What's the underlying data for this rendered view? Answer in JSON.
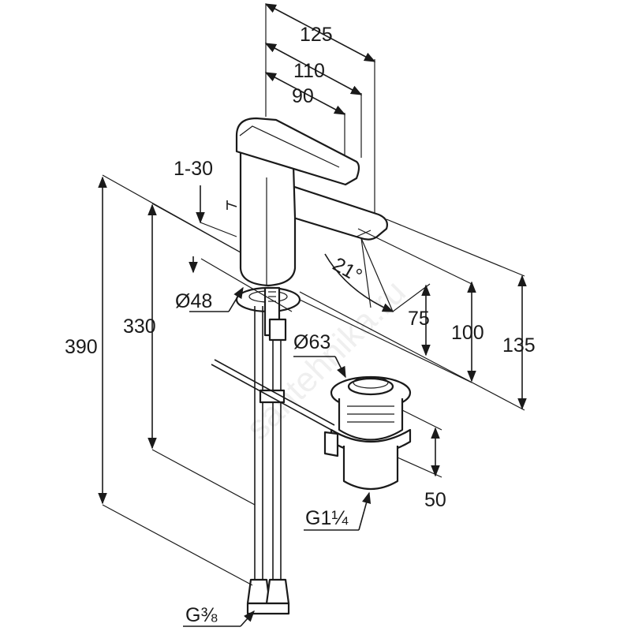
{
  "title": "Basin mixer technical drawing",
  "watermark": "santehnika.ru",
  "dimensions": {
    "d125": "125",
    "d110": "110",
    "d90": "90",
    "d1_30": "1-30",
    "d48": "Ø48",
    "d330": "330",
    "d390": "390",
    "d21deg": "21°",
    "d75": "75",
    "d100": "100",
    "d135": "135",
    "d63": "Ø63",
    "d50": "50",
    "g1_1_4": "G1¼",
    "g3_8": "G⅜"
  },
  "colors": {
    "line": "#1a1a1a",
    "background": "#ffffff"
  }
}
